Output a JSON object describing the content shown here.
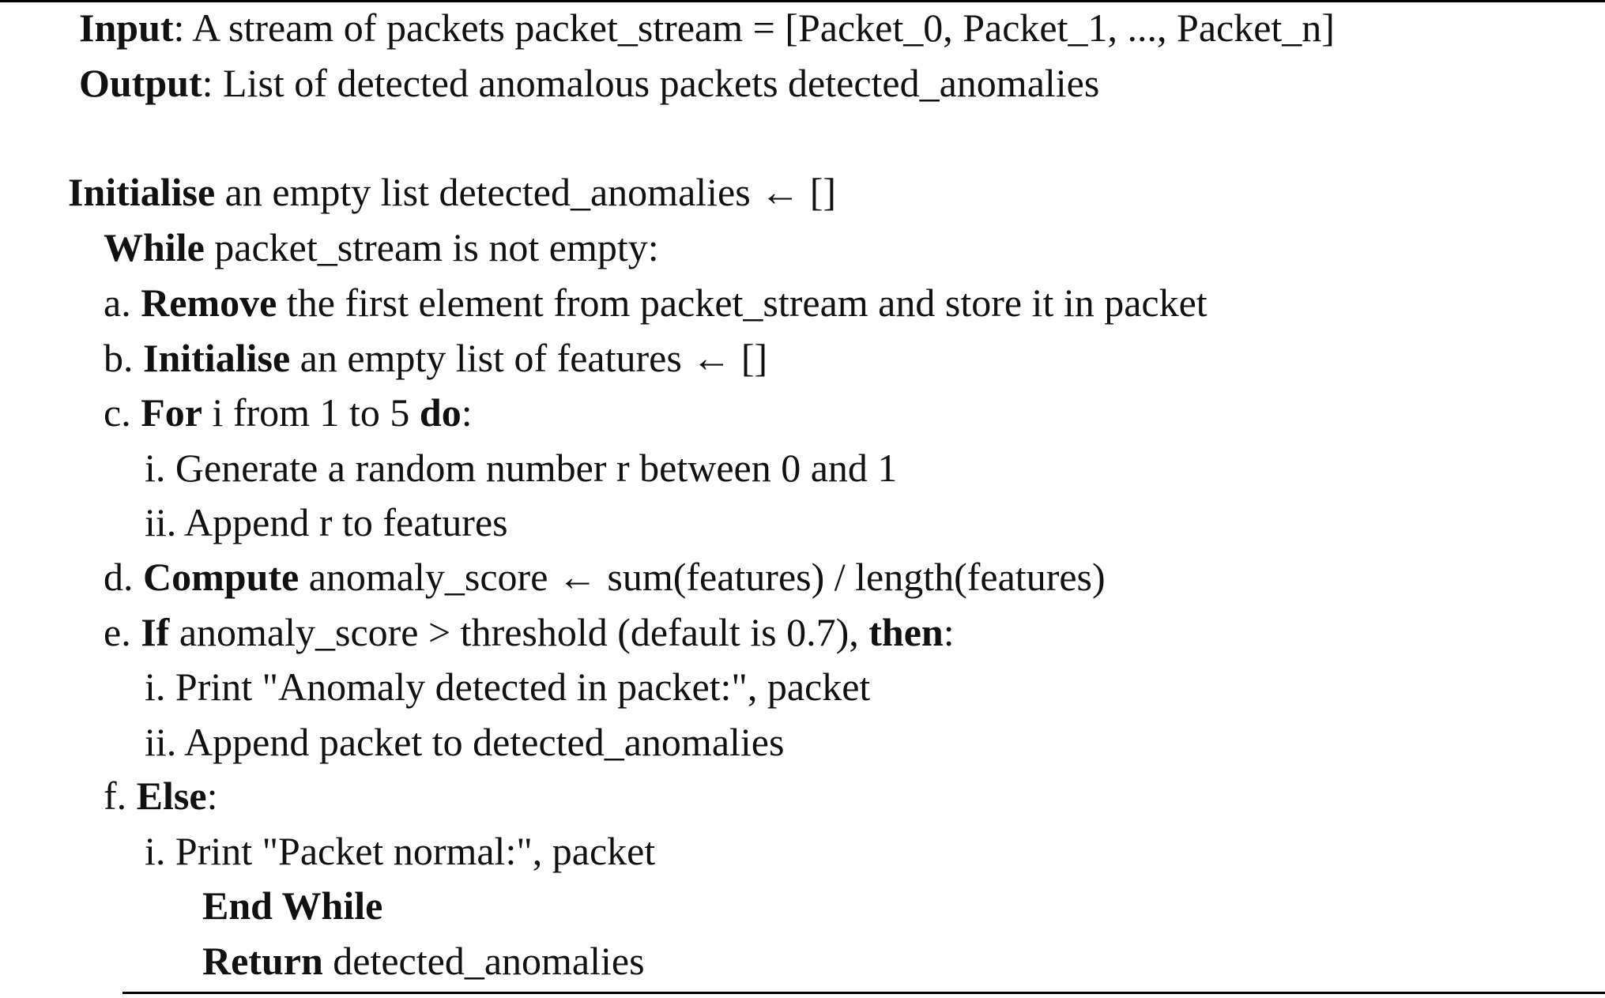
{
  "algorithm": {
    "input": {
      "keyword": "Input",
      "text": ": A stream of packets packet_stream = [Packet_0, Packet_1, ..., Packet_n]"
    },
    "output": {
      "keyword": "Output",
      "text": ": List of detected anomalous packets detected_anomalies"
    },
    "init": {
      "keyword": "Initialise",
      "text": " an empty list detected_anomalies ← []"
    },
    "while": {
      "keyword": "While",
      "text": " packet_stream is not empty:"
    },
    "step_a": {
      "prefix": "a. ",
      "keyword": "Remove",
      "text": " the first element from packet_stream and store it in packet"
    },
    "step_b": {
      "prefix": "b. ",
      "keyword": "Initialise",
      "text": " an empty list of features ← []"
    },
    "step_c": {
      "prefix": "c. ",
      "keyword": "For",
      "middle": " i from 1 to 5 ",
      "keyword2": "do",
      "suffix": ":"
    },
    "step_c_i": {
      "text": "i. Generate a random number r between 0 and 1"
    },
    "step_c_ii": {
      "text": "ii. Append r to features"
    },
    "step_d": {
      "prefix": "d. ",
      "keyword": "Compute",
      "text": " anomaly_score ← sum(features) / length(features)"
    },
    "step_e": {
      "prefix": "e. ",
      "keyword": "If",
      "middle": " anomaly_score > threshold (default is 0.7), ",
      "keyword2": "then",
      "suffix": ":"
    },
    "step_e_i": {
      "text": "i. Print \"Anomaly detected in packet:\", packet"
    },
    "step_e_ii": {
      "text": "ii. Append packet to detected_anomalies"
    },
    "step_f": {
      "prefix": "f. ",
      "keyword": "Else",
      "suffix": ":"
    },
    "step_f_i": {
      "text": "i. Print \"Packet normal:\", packet"
    },
    "end_while": {
      "keyword": "End While"
    },
    "return": {
      "keyword": "Return",
      "text": " detected_anomalies"
    }
  }
}
